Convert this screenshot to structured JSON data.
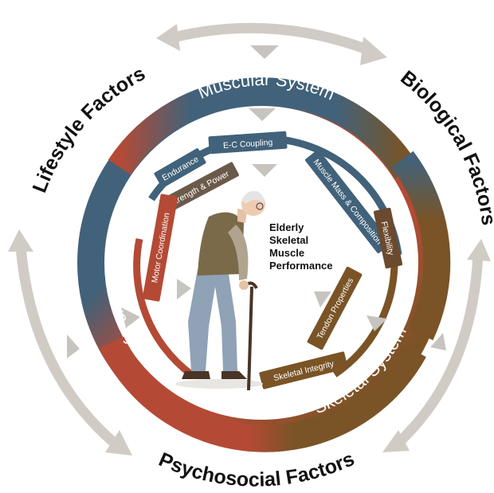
{
  "outer_factors": {
    "lifestyle": "Lifestyle Factors",
    "biological": "Biological Factors",
    "psychosocial": "Psychosocial Factors"
  },
  "systems": {
    "muscular": "Muscular System",
    "nervous": "Nervous System",
    "skeletal": "Skeletal System"
  },
  "components": {
    "ec_coupling": "E-C Coupling",
    "endurance": "Endurance",
    "strength_power": "Strength & Power",
    "muscle_mass": "Muscle Mass & Composition",
    "flexibility": "Flexibility",
    "motor_coordination": "Motor Coordination",
    "tendon_properties": "Tendon Properties",
    "skeletal_integrity": "Skeletal Integrity"
  },
  "center": {
    "line1": "Elderly",
    "line2": "Skeletal",
    "line3": "Muscle",
    "line4": "Performance"
  },
  "colors": {
    "muscular": "#41627a",
    "nervous": "#b44a35",
    "skeletal": "#7a5426",
    "outer_arrows": "#d0ccc5",
    "inner_triangles": "#c7c4bf"
  }
}
